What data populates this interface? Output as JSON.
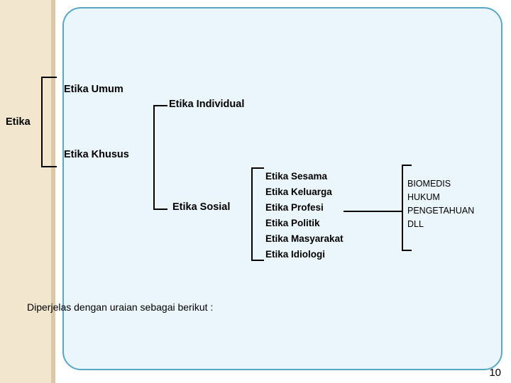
{
  "slide": {
    "root_label": "Etika",
    "branch_general": "Etika Umum",
    "branch_special": "Etika Khusus",
    "individual": "Etika Individual",
    "social": "Etika Sosial",
    "social_items": [
      "Etika Sesama",
      "Etika Keluarga",
      "Etika Profesi",
      "Etika Politik",
      "Etika Masyarakat",
      "Etika Idiologi"
    ],
    "profession_items": [
      "BIOMEDIS",
      "HUKUM",
      "PENGETAHUAN",
      "DLL"
    ],
    "footer_note": "Diperjelas dengan uraian sebagai berikut :",
    "page_number": "10"
  },
  "colors": {
    "panel_fill": "#eaf6fb",
    "panel_border": "#5aa7c4",
    "band_fill": "#f2e6cf",
    "text": "#000000"
  }
}
